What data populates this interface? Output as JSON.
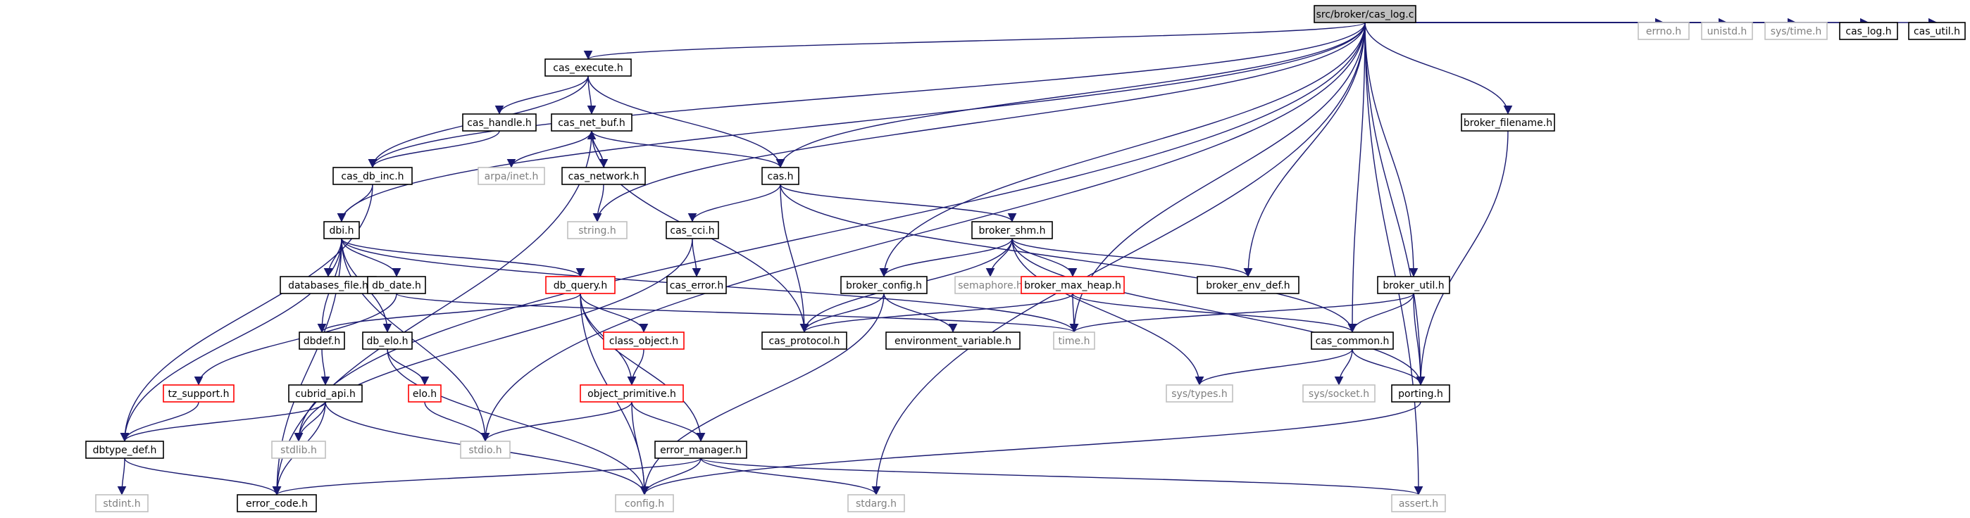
{
  "colors": {
    "edge": "#191970",
    "edge_gray": "#d3d3d3",
    "border_black": "#000000",
    "border_gray": "#bfbfbf",
    "border_red": "#ff0000",
    "root_fill": "#bfbfbf",
    "text_black": "#000000",
    "text_gray": "#7f7f7f"
  },
  "nodes": [
    {
      "id": "root",
      "label": "src/broker/cas_log.c",
      "style": "root"
    },
    {
      "id": "cas_execute",
      "label": "cas_execute.h",
      "style": "black"
    },
    {
      "id": "cas_handle",
      "label": "cas_handle.h",
      "style": "black"
    },
    {
      "id": "cas_net_buf",
      "label": "cas_net_buf.h",
      "style": "black"
    },
    {
      "id": "cas_db_inc",
      "label": "cas_db_inc.h",
      "style": "black"
    },
    {
      "id": "arpa_inet",
      "label": "arpa/inet.h",
      "style": "gray"
    },
    {
      "id": "cas_network",
      "label": "cas_network.h",
      "style": "black"
    },
    {
      "id": "cas_h",
      "label": "cas.h",
      "style": "black"
    },
    {
      "id": "string_h",
      "label": "string.h",
      "style": "gray"
    },
    {
      "id": "dbi",
      "label": "dbi.h",
      "style": "black"
    },
    {
      "id": "cas_cci",
      "label": "cas_cci.h",
      "style": "black"
    },
    {
      "id": "broker_shm",
      "label": "broker_shm.h",
      "style": "black"
    },
    {
      "id": "databases_file",
      "label": "databases_file.h",
      "style": "black"
    },
    {
      "id": "db_date",
      "label": "db_date.h",
      "style": "black"
    },
    {
      "id": "db_query",
      "label": "db_query.h",
      "style": "red"
    },
    {
      "id": "cas_error",
      "label": "cas_error.h",
      "style": "black"
    },
    {
      "id": "broker_config",
      "label": "broker_config.h",
      "style": "black"
    },
    {
      "id": "semaphore",
      "label": "semaphore.h",
      "style": "gray"
    },
    {
      "id": "broker_max_heap",
      "label": "broker_max_heap.h",
      "style": "red"
    },
    {
      "id": "broker_env_def",
      "label": "broker_env_def.h",
      "style": "black"
    },
    {
      "id": "broker_util",
      "label": "broker_util.h",
      "style": "black"
    },
    {
      "id": "broker_filename",
      "label": "broker_filename.h",
      "style": "black"
    },
    {
      "id": "errno_h",
      "label": "errno.h",
      "style": "gray"
    },
    {
      "id": "unistd_h",
      "label": "unistd.h",
      "style": "gray"
    },
    {
      "id": "sys_time",
      "label": "sys/time.h",
      "style": "gray"
    },
    {
      "id": "cas_log_h",
      "label": "cas_log.h",
      "style": "black"
    },
    {
      "id": "cas_util_h",
      "label": "cas_util.h",
      "style": "black"
    },
    {
      "id": "dbdef",
      "label": "dbdef.h",
      "style": "black"
    },
    {
      "id": "db_elo",
      "label": "db_elo.h",
      "style": "black"
    },
    {
      "id": "class_object",
      "label": "class_object.h",
      "style": "red"
    },
    {
      "id": "cas_protocol",
      "label": "cas_protocol.h",
      "style": "black"
    },
    {
      "id": "environment_variable",
      "label": "environment_variable.h",
      "style": "black"
    },
    {
      "id": "time_h",
      "label": "time.h",
      "style": "gray"
    },
    {
      "id": "cas_common",
      "label": "cas_common.h",
      "style": "black"
    },
    {
      "id": "tz_support",
      "label": "tz_support.h",
      "style": "red"
    },
    {
      "id": "cubrid_api",
      "label": "cubrid_api.h",
      "style": "black"
    },
    {
      "id": "elo_h",
      "label": "elo.h",
      "style": "red"
    },
    {
      "id": "object_primitive",
      "label": "object_primitive.h",
      "style": "red"
    },
    {
      "id": "sys_types",
      "label": "sys/types.h",
      "style": "gray"
    },
    {
      "id": "sys_socket",
      "label": "sys/socket.h",
      "style": "gray"
    },
    {
      "id": "porting",
      "label": "porting.h",
      "style": "black"
    },
    {
      "id": "dbtype_def",
      "label": "dbtype_def.h",
      "style": "black"
    },
    {
      "id": "stdlib_h",
      "label": "stdlib.h",
      "style": "gray"
    },
    {
      "id": "stdio_h",
      "label": "stdio.h",
      "style": "gray"
    },
    {
      "id": "error_manager",
      "label": "error_manager.h",
      "style": "black"
    },
    {
      "id": "stdint_h",
      "label": "stdint.h",
      "style": "gray"
    },
    {
      "id": "error_code",
      "label": "error_code.h",
      "style": "black"
    },
    {
      "id": "config_h",
      "label": "config.h",
      "style": "gray"
    },
    {
      "id": "stdarg_h",
      "label": "stdarg.h",
      "style": "gray"
    },
    {
      "id": "assert_h",
      "label": "assert.h",
      "style": "gray"
    }
  ],
  "edges": [
    [
      "root",
      "cas_execute"
    ],
    [
      "root",
      "cas_db_inc"
    ],
    [
      "root",
      "string_h"
    ],
    [
      "root",
      "cas_h"
    ],
    [
      "root",
      "dbi"
    ],
    [
      "root",
      "stdlib_h"
    ],
    [
      "root",
      "stdio_h"
    ],
    [
      "root",
      "broker_config"
    ],
    [
      "root",
      "broker_env_def"
    ],
    [
      "root",
      "time_h"
    ],
    [
      "root",
      "cas_common"
    ],
    [
      "root",
      "porting"
    ],
    [
      "root",
      "broker_util"
    ],
    [
      "root",
      "broker_filename"
    ],
    [
      "root",
      "errno_h"
    ],
    [
      "root",
      "unistd_h"
    ],
    [
      "root",
      "sys_time"
    ],
    [
      "root",
      "cas_log_h"
    ],
    [
      "root",
      "cas_util_h"
    ],
    [
      "root",
      "stdarg_h"
    ],
    [
      "root",
      "assert_h"
    ],
    [
      "cas_execute",
      "cas_handle"
    ],
    [
      "cas_execute",
      "cas_net_buf"
    ],
    [
      "cas_execute",
      "cas_db_inc"
    ],
    [
      "cas_execute",
      "cas_h"
    ],
    [
      "cas_handle",
      "cas_db_inc"
    ],
    [
      "cas_net_buf",
      "arpa_inet"
    ],
    [
      "cas_net_buf",
      "cas_network"
    ],
    [
      "cas_net_buf",
      "cas_h"
    ],
    [
      "cas_net_buf",
      "cas_protocol"
    ],
    [
      "cas_net_buf",
      "error_code"
    ],
    [
      "cas_network",
      "cas_net_buf"
    ],
    [
      "cas_network",
      "string_h"
    ],
    [
      "cas_db_inc",
      "dbi"
    ],
    [
      "cas_db_inc",
      "dbtype_def"
    ],
    [
      "cas_h",
      "cas_cci"
    ],
    [
      "cas_h",
      "broker_shm"
    ],
    [
      "cas_h",
      "cas_protocol"
    ],
    [
      "cas_h",
      "cas_common"
    ],
    [
      "cas_cci",
      "cas_error"
    ],
    [
      "cas_cci",
      "stdlib_h"
    ],
    [
      "dbi",
      "databases_file"
    ],
    [
      "dbi",
      "db_date"
    ],
    [
      "dbi",
      "db_query"
    ],
    [
      "dbi",
      "dbdef"
    ],
    [
      "dbi",
      "db_elo"
    ],
    [
      "dbi",
      "time_h"
    ],
    [
      "dbi",
      "stdio_h"
    ],
    [
      "dbi",
      "dbtype_def"
    ],
    [
      "dbi",
      "error_code"
    ],
    [
      "db_date",
      "time_h"
    ],
    [
      "db_date",
      "tz_support"
    ],
    [
      "db_query",
      "dbdef"
    ],
    [
      "db_query",
      "class_object"
    ],
    [
      "db_query",
      "object_primitive"
    ],
    [
      "db_query",
      "error_manager"
    ],
    [
      "db_query",
      "config_h"
    ],
    [
      "class_object",
      "object_primitive"
    ],
    [
      "object_primitive",
      "stdio_h"
    ],
    [
      "object_primitive",
      "error_manager"
    ],
    [
      "object_primitive",
      "config_h"
    ],
    [
      "dbdef",
      "cubrid_api"
    ],
    [
      "db_elo",
      "elo_h"
    ],
    [
      "db_elo",
      "config_h"
    ],
    [
      "elo_h",
      "stdio_h"
    ],
    [
      "cubrid_api",
      "dbtype_def"
    ],
    [
      "cubrid_api",
      "stdlib_h"
    ],
    [
      "cubrid_api",
      "error_code"
    ],
    [
      "cubrid_api",
      "config_h"
    ],
    [
      "tz_support",
      "dbtype_def"
    ],
    [
      "dbtype_def",
      "stdint_h"
    ],
    [
      "dbtype_def",
      "error_code"
    ],
    [
      "error_manager",
      "error_code"
    ],
    [
      "error_manager",
      "config_h"
    ],
    [
      "error_manager",
      "stdarg_h"
    ],
    [
      "error_manager",
      "assert_h"
    ],
    [
      "broker_shm",
      "broker_config"
    ],
    [
      "broker_shm",
      "semaphore"
    ],
    [
      "broker_shm",
      "broker_max_heap"
    ],
    [
      "broker_shm",
      "broker_env_def"
    ],
    [
      "broker_shm",
      "cas_protocol"
    ],
    [
      "broker_shm",
      "sys_types"
    ],
    [
      "broker_shm",
      "porting"
    ],
    [
      "broker_config",
      "cas_protocol"
    ],
    [
      "broker_config",
      "environment_variable"
    ],
    [
      "broker_config",
      "config_h"
    ],
    [
      "broker_max_heap",
      "time_h"
    ],
    [
      "broker_max_heap",
      "cas_protocol"
    ],
    [
      "broker_max_heap",
      "cas_common"
    ],
    [
      "broker_util",
      "time_h"
    ],
    [
      "broker_util",
      "cas_common"
    ],
    [
      "broker_util",
      "porting"
    ],
    [
      "broker_filename",
      "porting"
    ],
    [
      "cas_common",
      "sys_types"
    ],
    [
      "cas_common",
      "sys_socket"
    ],
    [
      "cas_common",
      "porting"
    ],
    [
      "porting",
      "config_h"
    ]
  ]
}
